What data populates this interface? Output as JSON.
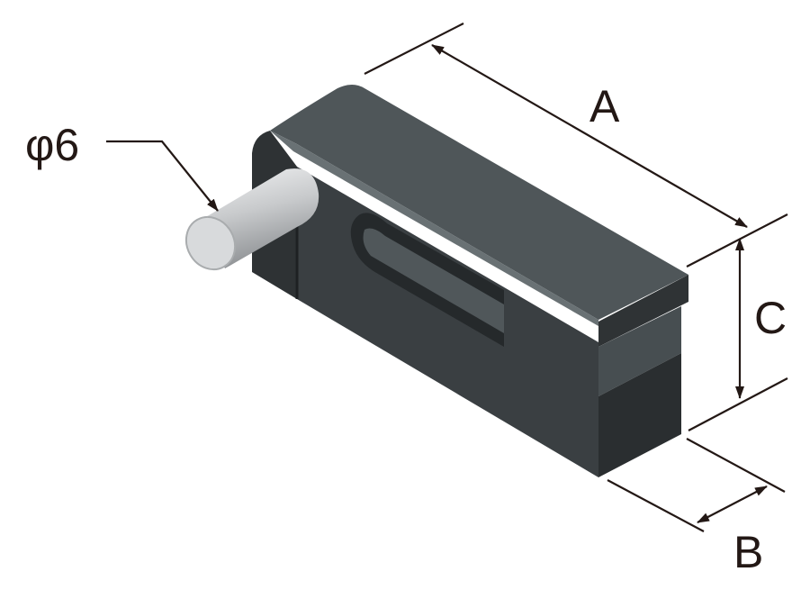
{
  "diagram": {
    "labels": {
      "diameter": "φ6",
      "dim_a": "A",
      "dim_b": "B",
      "dim_c": "C"
    },
    "colors": {
      "body_front": "#3a3f42",
      "body_top": "#4d5457",
      "body_side": "#2e3234",
      "pin": "#c9cbcd",
      "line": "#231815"
    }
  }
}
